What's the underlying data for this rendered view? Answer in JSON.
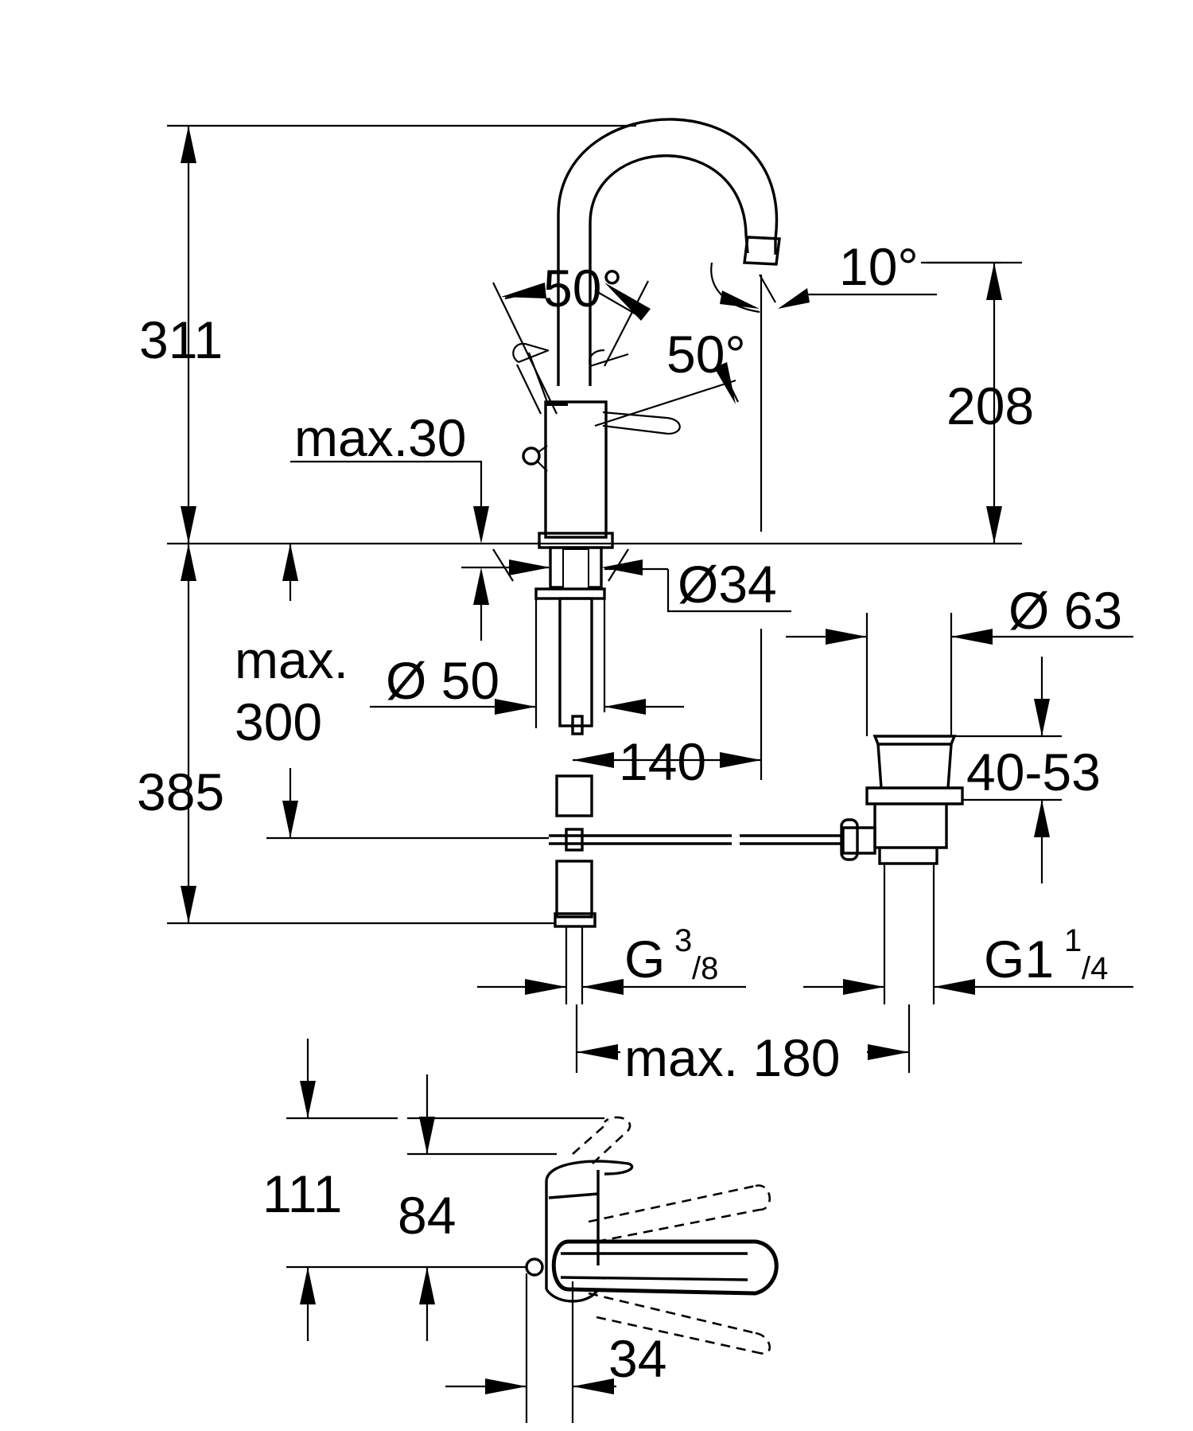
{
  "labels": {
    "height_total": "311",
    "spout_height": "208",
    "lever_angle_left": "50°",
    "lever_angle_right": "50°",
    "spout_angle": "10°",
    "deck_thickness": "max.30",
    "base_diameter": "Ø34",
    "hole_diameter": "Ø 50",
    "waste_diameter": "Ø 63",
    "below_deck_length": "385",
    "rod_reach_line1": "max.",
    "rod_reach_line2": "300",
    "spout_reach": "140",
    "waste_height": "40-53",
    "inlet_thread": "G",
    "inlet_thread_sup": "3",
    "inlet_thread_sub": "/8",
    "waste_thread": "G1",
    "waste_thread_sup": "1",
    "waste_thread_sub": "/4",
    "waste_reach": "max. 180",
    "lever_height_raised": "111",
    "lever_height_closed": "84",
    "lever_offset": "34"
  },
  "colors": {
    "line": "#000000",
    "background": "#ffffff"
  }
}
